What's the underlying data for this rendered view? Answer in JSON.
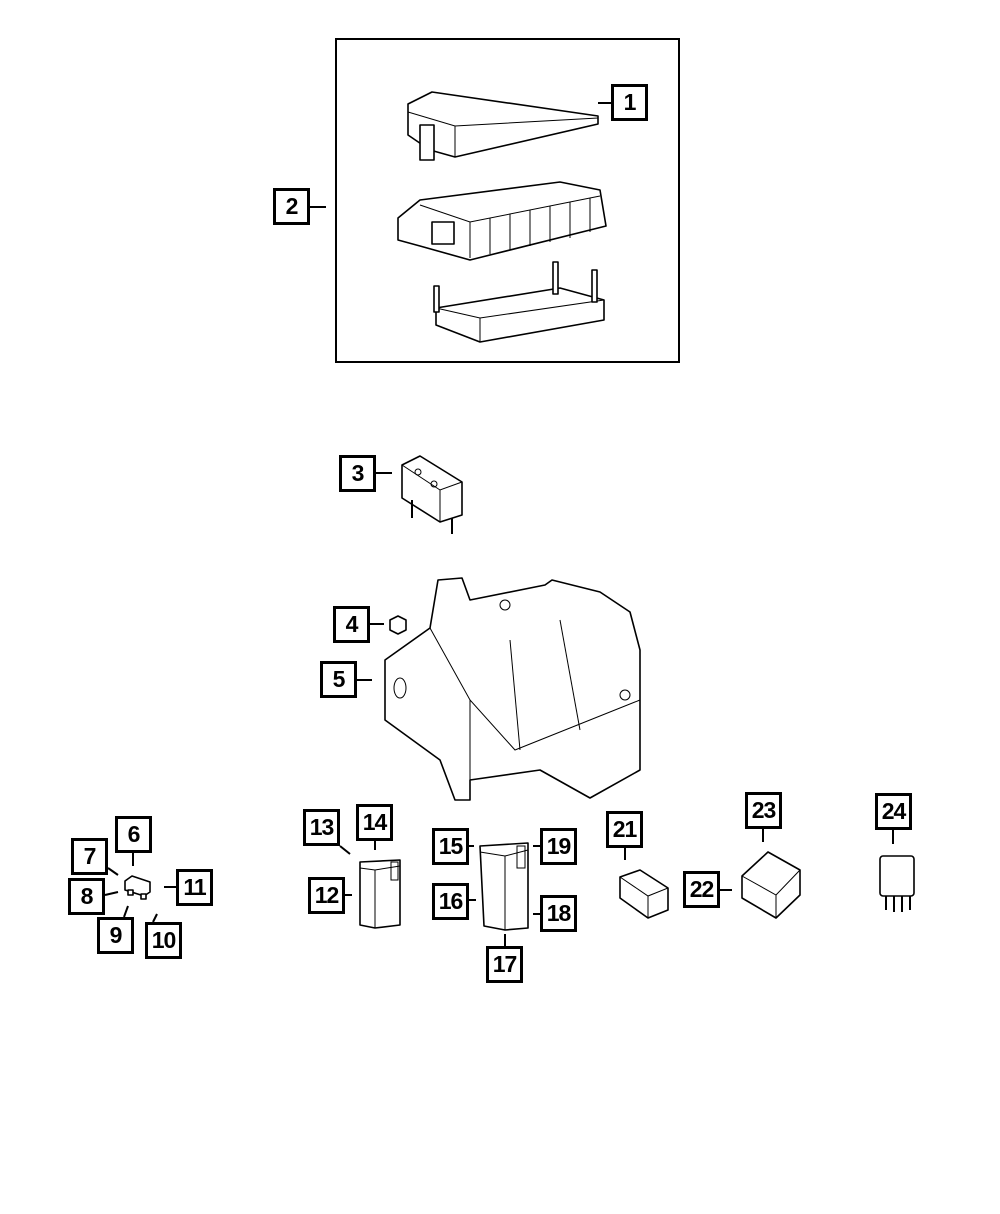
{
  "diagram": {
    "callouts": [
      "1",
      "2",
      "3",
      "4",
      "5",
      "6",
      "7",
      "8",
      "9",
      "10",
      "11",
      "12",
      "13",
      "14",
      "15",
      "16",
      "17",
      "18",
      "19",
      "21",
      "22",
      "23",
      "24"
    ],
    "colors": {
      "line": "#000000",
      "background": "#ffffff"
    }
  }
}
